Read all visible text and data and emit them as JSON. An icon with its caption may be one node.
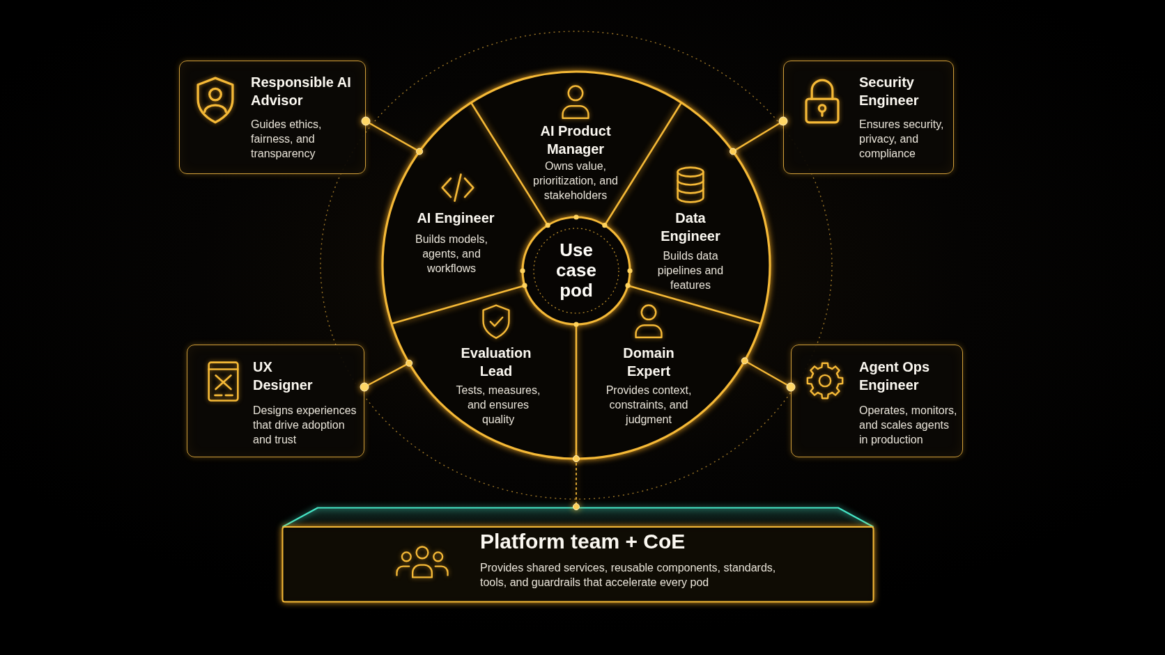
{
  "diagram": {
    "nodes": [
      {
        "text": [
          "Responsible AI Advisor",
          "Guides ethics, fairness, and transparency"
        ]
      },
      {
        "text": [
          "Security Engineer",
          "Ensures security, privacy, and compliance"
        ]
      },
      {
        "text": [],
        "shape": "circle"
      },
      {
        "text": [
          "AI Product Manager",
          "Owns value, prioritization, and stakeholders"
        ],
        "in": 2
      },
      {
        "text": [
          "AI Engineer",
          "Builds models, agents, and workflows"
        ],
        "in": 2
      },
      {
        "text": [
          "Data Engineer",
          "Builds data pipelines and features"
        ],
        "in": 2
      },
      {
        "text": [
          "Use case pod"
        ],
        "in": 2
      },
      {
        "text": [
          "Evaluation Lead",
          "Tests, measures, and ensures quality"
        ],
        "in": 2
      },
      {
        "text": [
          "Domain Expert",
          "Provides context, constraints, and judgment"
        ],
        "in": 2
      },
      {
        "text": [
          "UX Designer",
          "Designs experiences that drive adoption and trust"
        ]
      },
      {
        "text": [
          "Agent Ops Engineer",
          "Operates, monitors, and scales agents in production"
        ]
      },
      {
        "text": [
          "Platform team + CoE",
          "Provides shared services, reusable components, standards, tools, and guardrails that accelerate every pod"
        ]
      }
    ],
    "edges": [
      {
        "from": 0,
        "to": 2,
        "arrow": "other"
      },
      {
        "from": 1,
        "to": 2,
        "arrow": "other"
      },
      {
        "from": 9,
        "to": 2,
        "arrow": "other"
      },
      {
        "from": 10,
        "to": 2,
        "arrow": "other"
      },
      {
        "from": 2,
        "to": 11,
        "arrow": "other",
        "style": "dashed"
      }
    ]
  }
}
